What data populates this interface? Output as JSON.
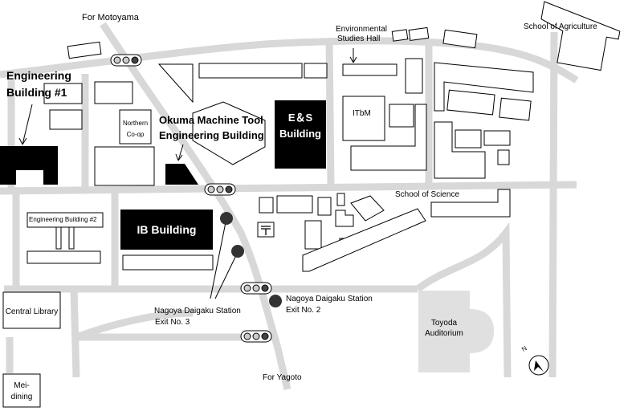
{
  "colors": {
    "road": "#d8d8d8",
    "building_outline": "#000000",
    "building_dark": "#000000",
    "auditorium": "#e0e0e0",
    "station_dot": "#333333"
  },
  "labels": {
    "for_motoyama": "For Motoyama",
    "env_studies_line1": "Environmental",
    "env_studies_line2": "Studies Hall",
    "school_of_agriculture": "School of Agriculture",
    "eng_bldg1_line1": "Engineering",
    "eng_bldg1_line2": "Building #1",
    "northern_coop_line1": "Northern",
    "northern_coop_line2": "Co-op",
    "okuma_line1": "Okuma Machine Tool",
    "okuma_line2": "Engineering Building",
    "es_line1": "E＆S",
    "es_line2": "Building",
    "itbm": "ITbM",
    "school_of_science": "School of Science",
    "eng_bldg2": "Engineering Building #2",
    "ib_building": "IB Building",
    "central_library": "Central Library",
    "exit3_line1": "Nagoya Daigaku Station",
    "exit3_line2": "Exit No. 3",
    "exit2_line1": "Nagoya Daigaku Station",
    "exit2_line2": "Exit No. 2",
    "toyoda_line1": "Toyoda",
    "toyoda_line2": "Auditorium",
    "for_yagoto": "For Yagoto",
    "mei_line1": "Mei-",
    "mei_line2": "dining",
    "north_letter": "N"
  }
}
